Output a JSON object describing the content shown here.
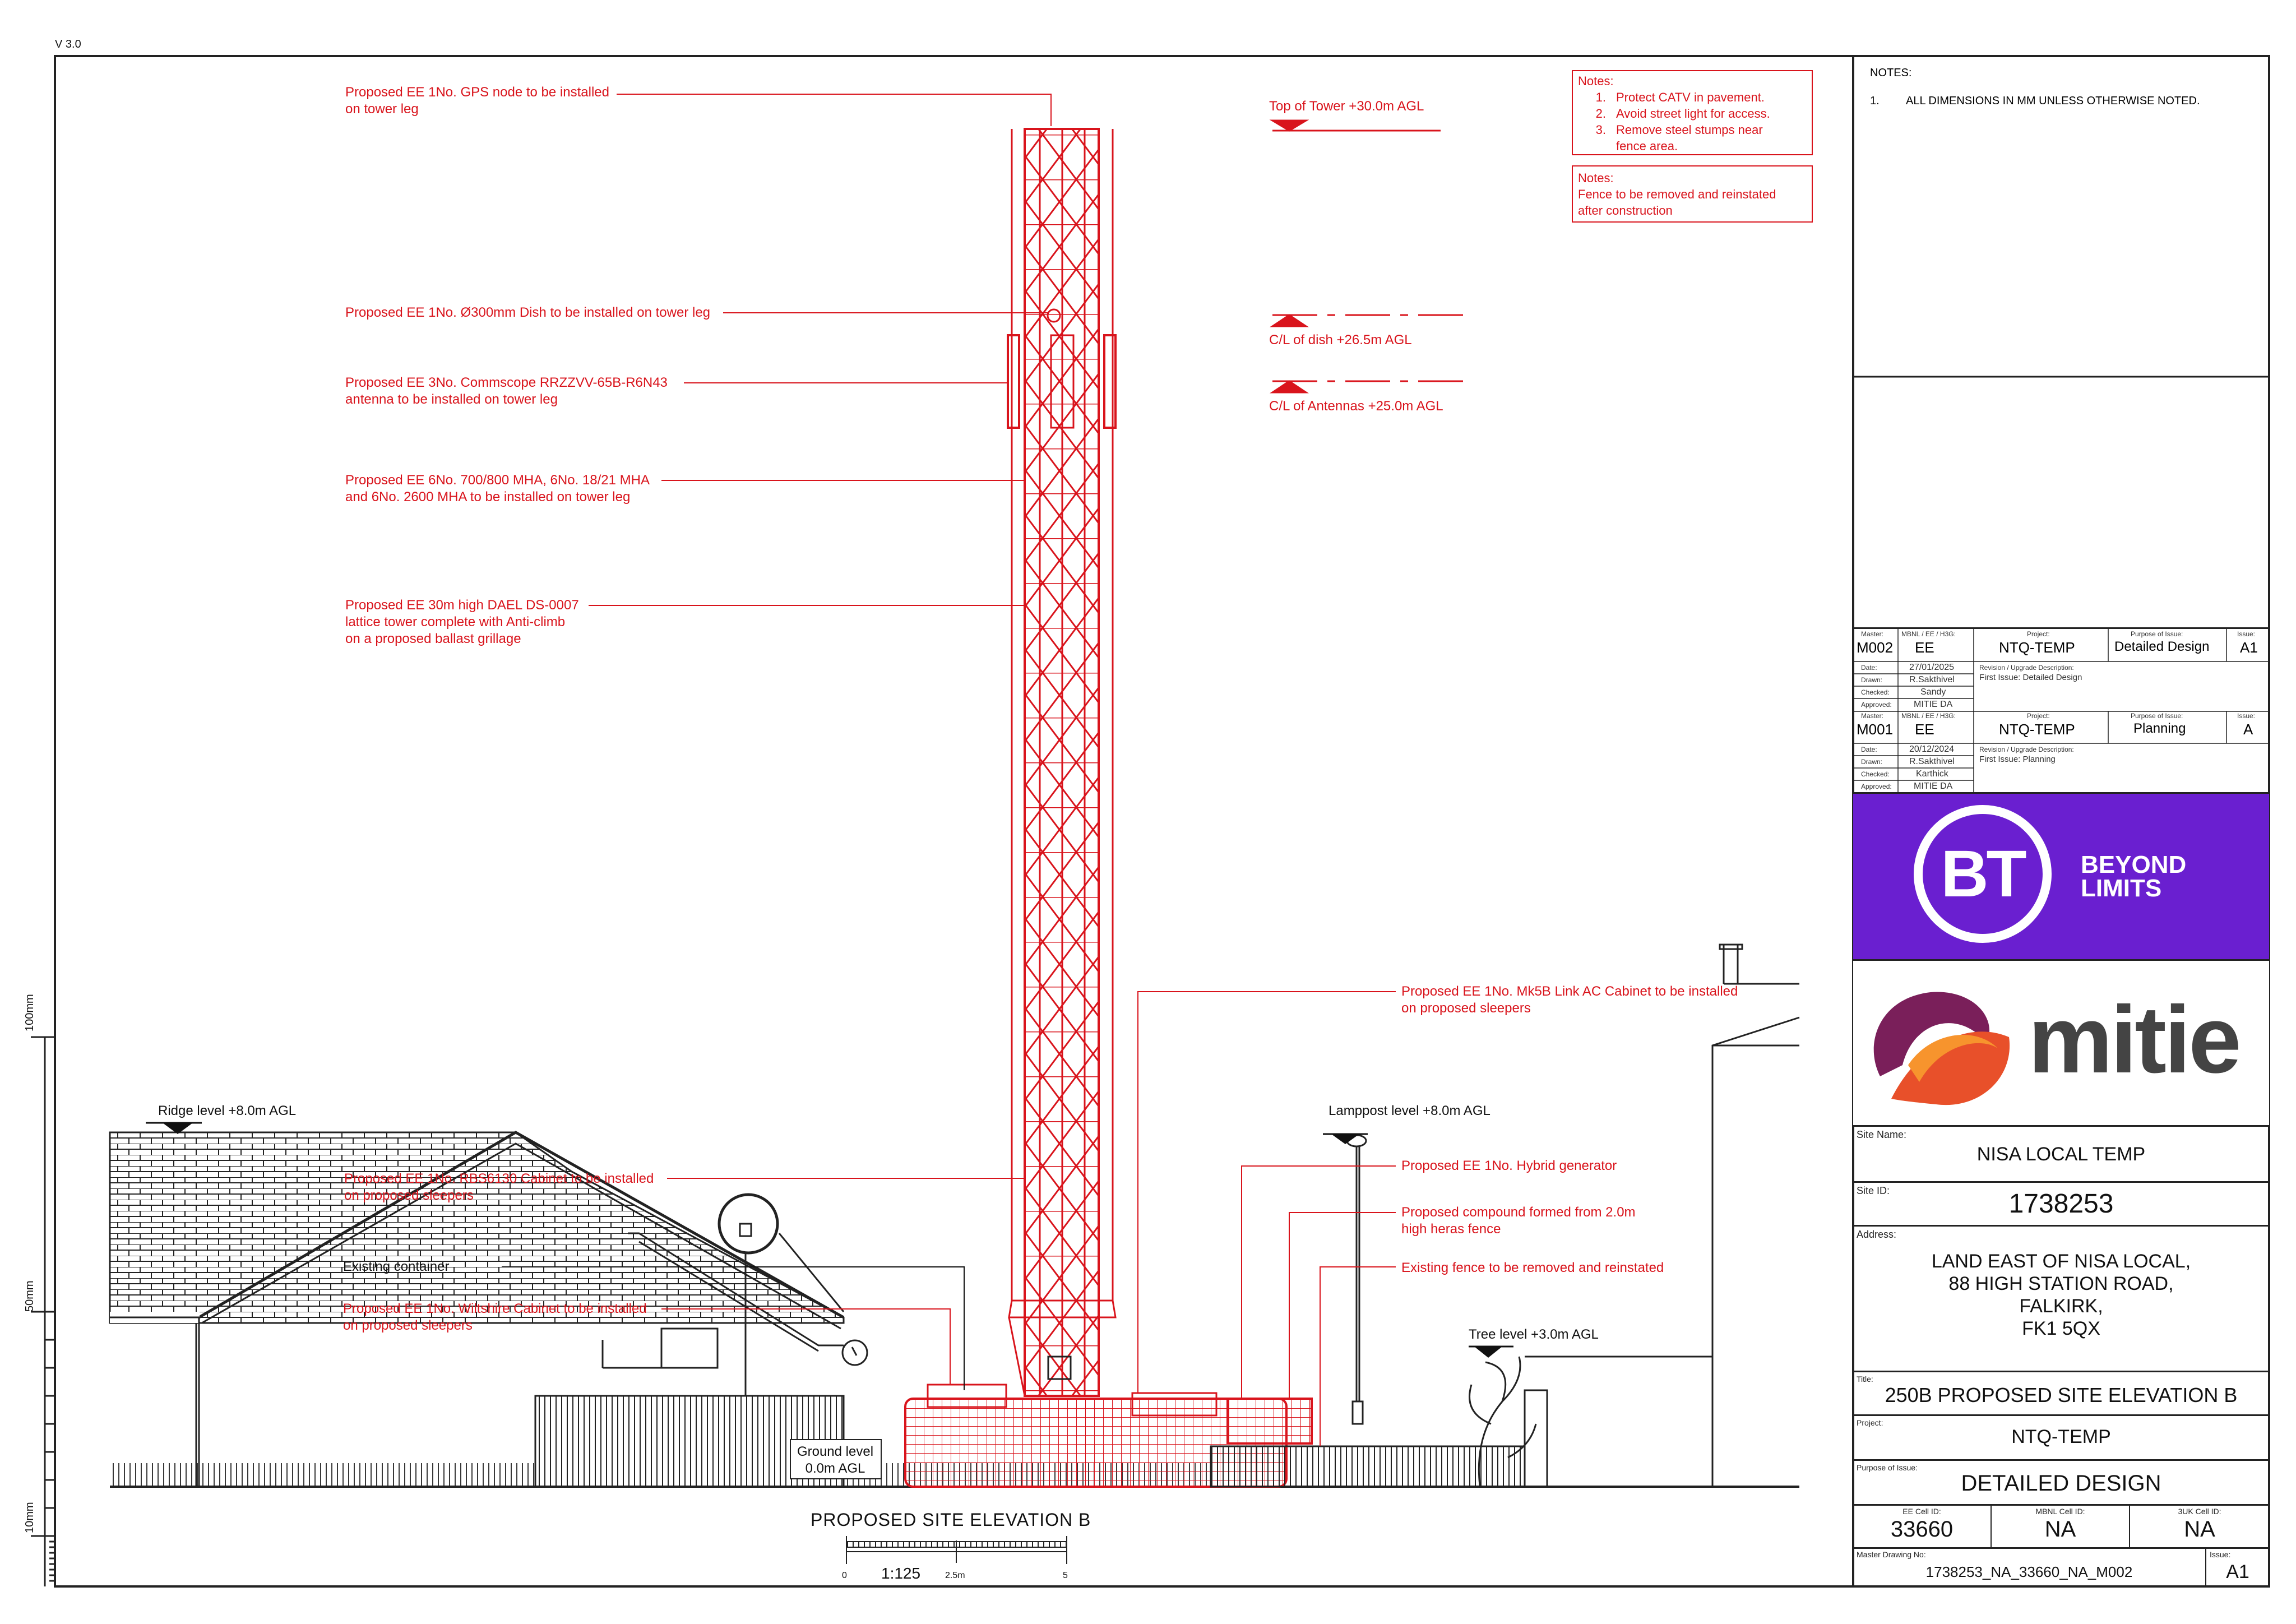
{
  "version": "V 3.0",
  "notes": {
    "title": "NOTES:",
    "items": [
      {
        "num": "1.",
        "text": "ALL DIMENSIONS IN MM UNLESS OTHERWISE NOTED."
      }
    ]
  },
  "drawing_notes_1": {
    "title": "Notes:",
    "items": [
      {
        "num": "1.",
        "text": "Protect CATV in pavement."
      },
      {
        "num": "2.",
        "text": "Avoid street light for access."
      },
      {
        "num": "3.",
        "text": "Remove steel stumps near"
      },
      {
        "num": "",
        "text": "fence area."
      }
    ]
  },
  "drawing_notes_2": {
    "title": "Notes:",
    "lines": [
      "Fence to be removed and reinstated",
      "after construction"
    ]
  },
  "callouts": {
    "gps": [
      "Proposed EE 1No. GPS node to be installed",
      "on tower leg"
    ],
    "dish": [
      "Proposed EE 1No. Ø300mm Dish to be installed on tower leg"
    ],
    "antenna": [
      "Proposed EE 3No. Commscope RRZZVV-65B-R6N43",
      "antenna to be installed on tower leg"
    ],
    "mha": [
      "Proposed EE 6No. 700/800 MHA, 6No. 18/21 MHA",
      "and 6No. 2600 MHA to be installed on tower leg"
    ],
    "tower": [
      "Proposed EE 30m high DAEL DS-0007",
      "lattice tower complete with Anti-climb",
      "on a proposed ballast grillage"
    ],
    "mk5b": [
      "Proposed EE 1No. Mk5B Link AC Cabinet to be installed",
      "on proposed sleepers"
    ],
    "rbs": [
      "Proposed EE 1No. RBS6130 Cabinet to be installed",
      "on proposed sleepers"
    ],
    "container": [
      "Existing container"
    ],
    "wiltshire": [
      "Proposed EE 1No. Wiltshire Cabinet to be installed",
      "on proposed sleepers"
    ],
    "generator": [
      "Proposed EE 1No. Hybrid generator"
    ],
    "compound": [
      "Proposed compound formed from 2.0m",
      "high heras fence"
    ],
    "fence": [
      "Existing fence to be removed and reinstated"
    ]
  },
  "levels": {
    "top_tower": "Top of Tower +30.0m AGL",
    "dish": "C/L of dish +26.5m AGL",
    "antennas": "C/L of Antennas +25.0m AGL",
    "ridge": "Ridge level +8.0m AGL",
    "lamppost": "Lamppost level +8.0m AGL",
    "tree": "Tree level +3.0m AGL",
    "ground": [
      "Ground level",
      "0.0m AGL"
    ]
  },
  "left_scale": {
    "mark_100": "100mm",
    "mark_50": "50mm",
    "mark_10": "10mm"
  },
  "elevation_title": "PROPOSED SITE ELEVATION B",
  "scale_bar": {
    "ratio": "1:125",
    "ticks": [
      "0",
      "2.5m",
      "5"
    ]
  },
  "revisions": [
    {
      "master_label": "Master:",
      "master": "M002",
      "net_label": "MBNL / EE / H3G:",
      "net": "EE",
      "project_label": "Project:",
      "project": "NTQ-TEMP",
      "purpose_label": "Purpose of Issue:",
      "purpose": "Detailed Design",
      "issue_label": "Issue:",
      "issue": "A1",
      "date_label": "Date:",
      "date": "27/01/2025",
      "drawn_label": "Drawn:",
      "drawn": "R.Sakthivel",
      "checked_label": "Checked:",
      "checked": "Sandy",
      "approved_label": "Approved:",
      "approved": "MITIE DA",
      "desc_label": "Revision / Upgrade Description:",
      "desc": "First Issue: Detailed Design"
    },
    {
      "master_label": "Master:",
      "master": "M001",
      "net_label": "MBNL / EE / H3G:",
      "net": "EE",
      "project_label": "Project:",
      "project": "NTQ-TEMP",
      "purpose_label": "Purpose of Issue:",
      "purpose": "Planning",
      "issue_label": "Issue:",
      "issue": "A",
      "date_label": "Date:",
      "date": "20/12/2024",
      "drawn_label": "Drawn:",
      "drawn": "R.Sakthivel",
      "checked_label": "Checked:",
      "checked": "Karthick",
      "approved_label": "Approved:",
      "approved": "MITIE DA",
      "desc_label": "Revision / Upgrade Description:",
      "desc": "First Issue: Planning"
    }
  ],
  "bt_logo": {
    "mark": "BT",
    "line1": "BEYOND",
    "line2": "LIMITS",
    "color": "#6a1fd0"
  },
  "mitie_logo": {
    "text": "mitie"
  },
  "title_block": {
    "site_name_label": "Site Name:",
    "site_name": "NISA LOCAL TEMP",
    "site_id_label": "Site ID:",
    "site_id": "1738253",
    "address_label": "Address:",
    "address": [
      "LAND EAST OF NISA LOCAL,",
      "88 HIGH STATION ROAD,",
      "FALKIRK,",
      "FK1 5QX"
    ],
    "title_label": "Title:",
    "title": "250B PROPOSED SITE ELEVATION B",
    "project_label": "Project:",
    "project": "NTQ-TEMP",
    "purpose_label": "Purpose of Issue:",
    "purpose": "DETAILED DESIGN",
    "ee_cell_label": "EE Cell ID:",
    "ee_cell": "33660",
    "mbnl_cell_label": "MBNL Cell ID:",
    "mbnl_cell": "NA",
    "uk3_cell_label": "3UK Cell ID:",
    "uk3_cell": "NA",
    "master_dwg_label": "Master Drawing No:",
    "master_dwg": "1738253_NA_33660_NA_M002",
    "issue_label": "Issue:",
    "issue": "A1"
  },
  "colors": {
    "proposed": "#d9141c",
    "existing": "#111111",
    "bt_purple": "#6a1fd0"
  }
}
